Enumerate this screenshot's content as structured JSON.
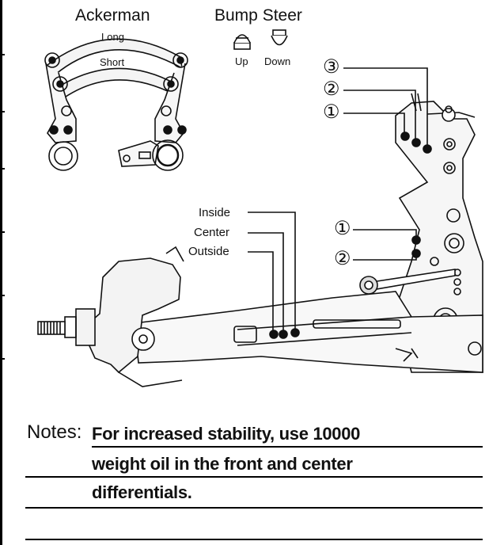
{
  "ackerman": {
    "title": "Ackerman",
    "long": "Long",
    "short": "Short"
  },
  "bump_steer": {
    "title": "Bump Steer",
    "up": "Up",
    "down": "Down"
  },
  "upper_positions": [
    "③",
    "②",
    "①"
  ],
  "lower_positions": [
    "①",
    "②"
  ],
  "link_positions": [
    "Inside",
    "Center",
    "Outside"
  ],
  "notes": {
    "label": "Notes:",
    "lines": [
      "For increased stability, use 10000",
      "weight oil in the front and center",
      "differentials."
    ]
  }
}
